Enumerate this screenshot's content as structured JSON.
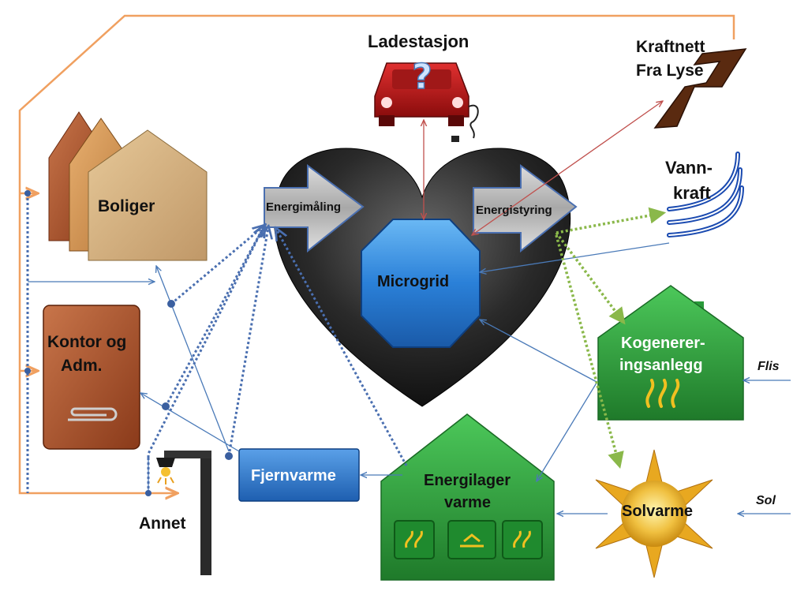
{
  "nodes": {
    "ladestasjon": "Ladestasjon",
    "kraftnett_line1": "Kraftnett",
    "kraftnett_line2": "Fra Lyse",
    "vannkraft_line1": "Vann-",
    "vannkraft_line2": "kraft",
    "boliger": "Boliger",
    "kontor_line1": "Kontor og",
    "kontor_line2": "Adm.",
    "energimaling": "Energimåling",
    "energistyring": "Energistyring",
    "microgrid": "Microgrid",
    "kogen_line1": "Kogenerer-",
    "kogen_line2": "ingsanlegg",
    "flis": "Flis",
    "fjernvarme": "Fjernvarme",
    "energilager_line1": "Energilager",
    "energilager_line2": "varme",
    "solvarme": "Solvarme",
    "sol": "Sol",
    "annet": "Annet"
  },
  "icons": {
    "car": "car-question-icon",
    "lightning": "lightning-bolt-icon",
    "water": "water-wave-icon",
    "paperclip": "paperclip-icon",
    "streetlamp": "street-lamp-icon",
    "sun": "sun-icon",
    "fire": "flame-icon"
  },
  "colors": {
    "orange_line": "#f0a060",
    "blue_line": "#4a7ab8",
    "dotted_blue": "#4a6fb0",
    "dotted_green": "#8ab84a",
    "red_line": "#c0504d",
    "green_house": "#2f9a3a",
    "microgrid_blue": "#2a7fd4",
    "heart": "#2a2a2a"
  }
}
